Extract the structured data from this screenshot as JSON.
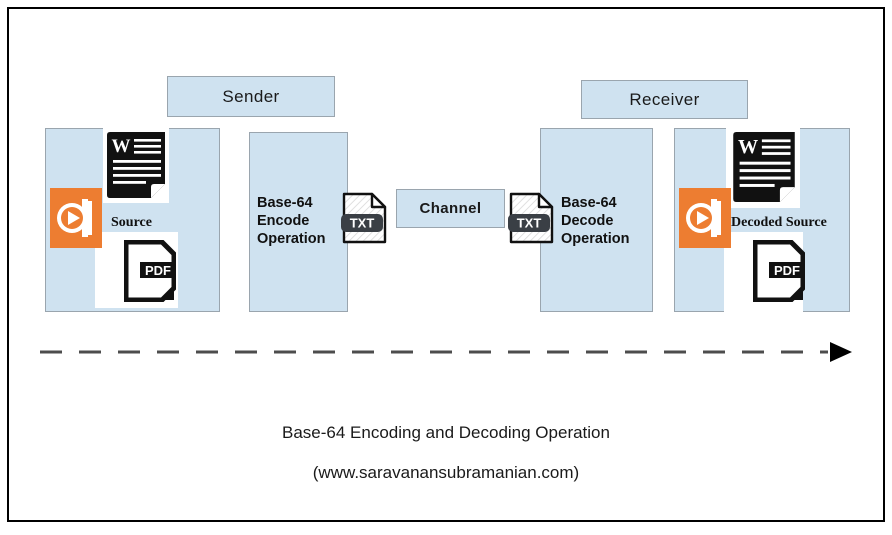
{
  "diagram": {
    "roles": {
      "sender_label": "Sender",
      "receiver_label": "Receiver"
    },
    "panels": {
      "source_label": "Source",
      "encode_label": "Base-64\nEncode\nOperation",
      "channel_label": "Channel",
      "decode_label": "Base-64\nDecode\nOperation",
      "decoded_label": "Decoded Source"
    },
    "file_icons": {
      "txt_label": "TXT",
      "pdf_label": "PDF",
      "word_label": "W",
      "media_icon_name": "media-play-icon"
    },
    "caption": {
      "title": "Base-64 Encoding and Decoding Operation",
      "source_url": "(www.saravanansubramanian.com)"
    },
    "colors": {
      "panel_fill": "#cfe2f0",
      "panel_border": "#9aa5ae",
      "accent_orange": "#ed7d31",
      "frame": "#000000",
      "arrow": "#4d4d4d"
    }
  }
}
